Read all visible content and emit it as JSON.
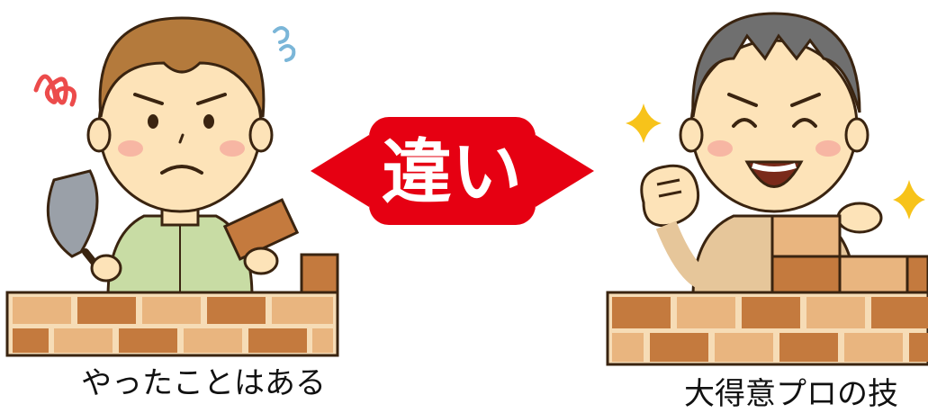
{
  "center": {
    "badge_text": "違い"
  },
  "left": {
    "caption": "やったことはある"
  },
  "right": {
    "caption": "大得意プロの技"
  },
  "colors": {
    "badge_red": "#e60012",
    "skin": "#fde3b8",
    "hair_brown": "#b47a3c",
    "hair_gray": "#6f6f6f",
    "shirt_green": "#c8dca4",
    "shirt_tan": "#e6c69a",
    "brick_dark": "#c47a3e",
    "brick_light": "#e9b57f",
    "mortar": "#f6dcb6",
    "outline": "#3a2410",
    "sparkle": "#f7c31a",
    "cheek": "#f7b6a3",
    "scribble_red": "#ec4b4b",
    "sweat_blue": "#7bb6d8"
  }
}
